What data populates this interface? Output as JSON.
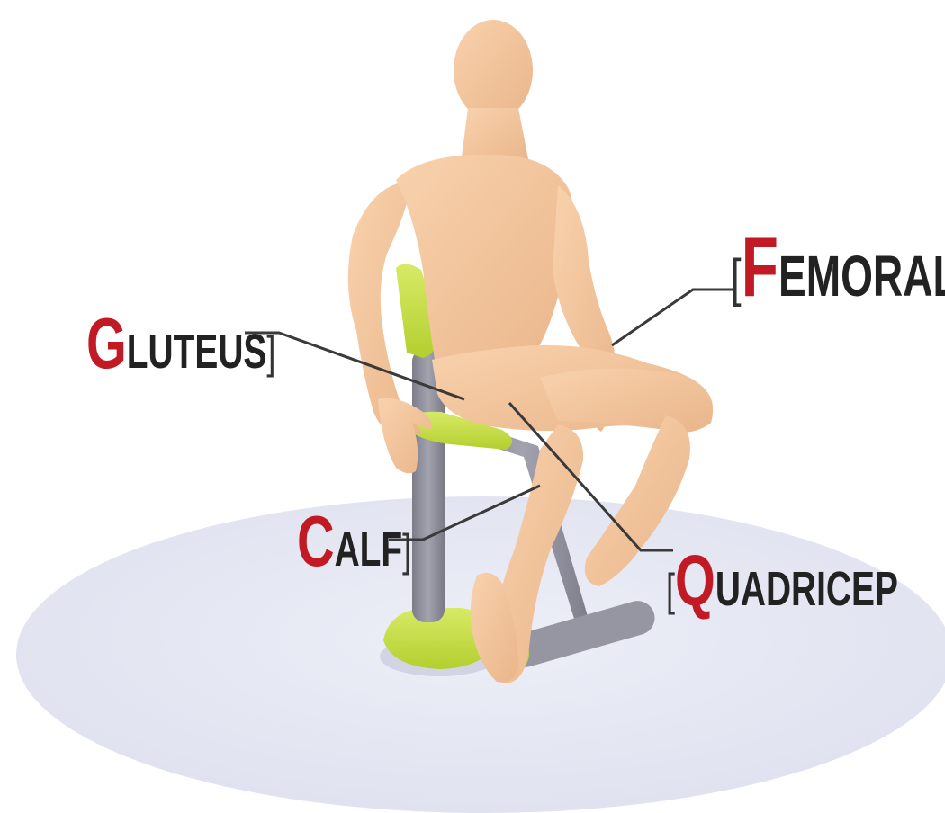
{
  "labels": {
    "femoral": {
      "initial": "F",
      "rest": "EMORAL",
      "bracket": "["
    },
    "gluteus": {
      "initial": "G",
      "rest": "LUTEUS",
      "bracket": "]"
    },
    "calf": {
      "initial": "C",
      "rest": "ALF",
      "bracket": "]"
    },
    "quadricep": {
      "initial": "Q",
      "rest": "UADRICEP",
      "bracket": "["
    }
  },
  "colors": {
    "initial_red": "#c11a24",
    "text_dark": "#222222",
    "skin": "#f5c9a0",
    "seat_lime": "#c9e04a",
    "pole_grey": "#8f8f9c",
    "floor_disc": "#e6e7f3"
  }
}
